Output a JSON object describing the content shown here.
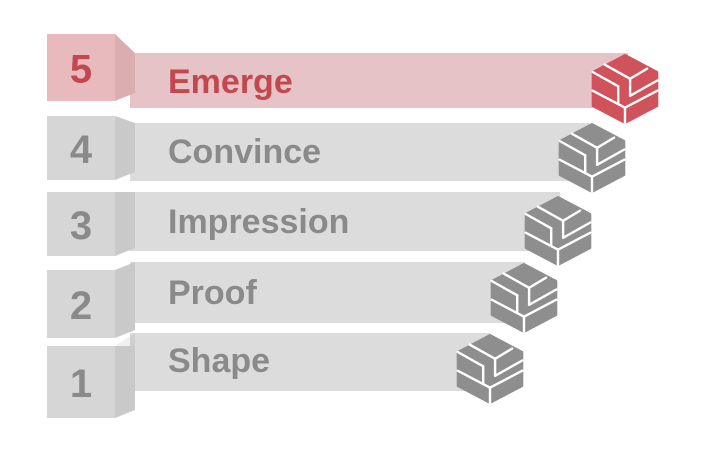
{
  "diagram": {
    "type": "staircase-steps",
    "active_step": 5,
    "colors": {
      "active_fill": "#E6C3C6",
      "active_tab": "#E8B9BD",
      "active_text": "#C3474E",
      "active_icon": "#D0525A",
      "inactive_fill": "#DCDCDC",
      "inactive_tab": "#D6D6D6",
      "inactive_text": "#8A8A8A",
      "inactive_icon": "#8E8E8E",
      "icon_line": "#ffffff"
    },
    "steps": [
      {
        "number": "5",
        "label": "Emerge",
        "active": true,
        "icon": "stairs-icon"
      },
      {
        "number": "4",
        "label": "Convince",
        "active": false,
        "icon": "stairs-icon"
      },
      {
        "number": "3",
        "label": "Impression",
        "active": false,
        "icon": "stairs-icon"
      },
      {
        "number": "2",
        "label": "Proof",
        "active": false,
        "icon": "stairs-icon"
      },
      {
        "number": "1",
        "label": "Shape",
        "active": false,
        "icon": "stairs-icon"
      }
    ]
  }
}
